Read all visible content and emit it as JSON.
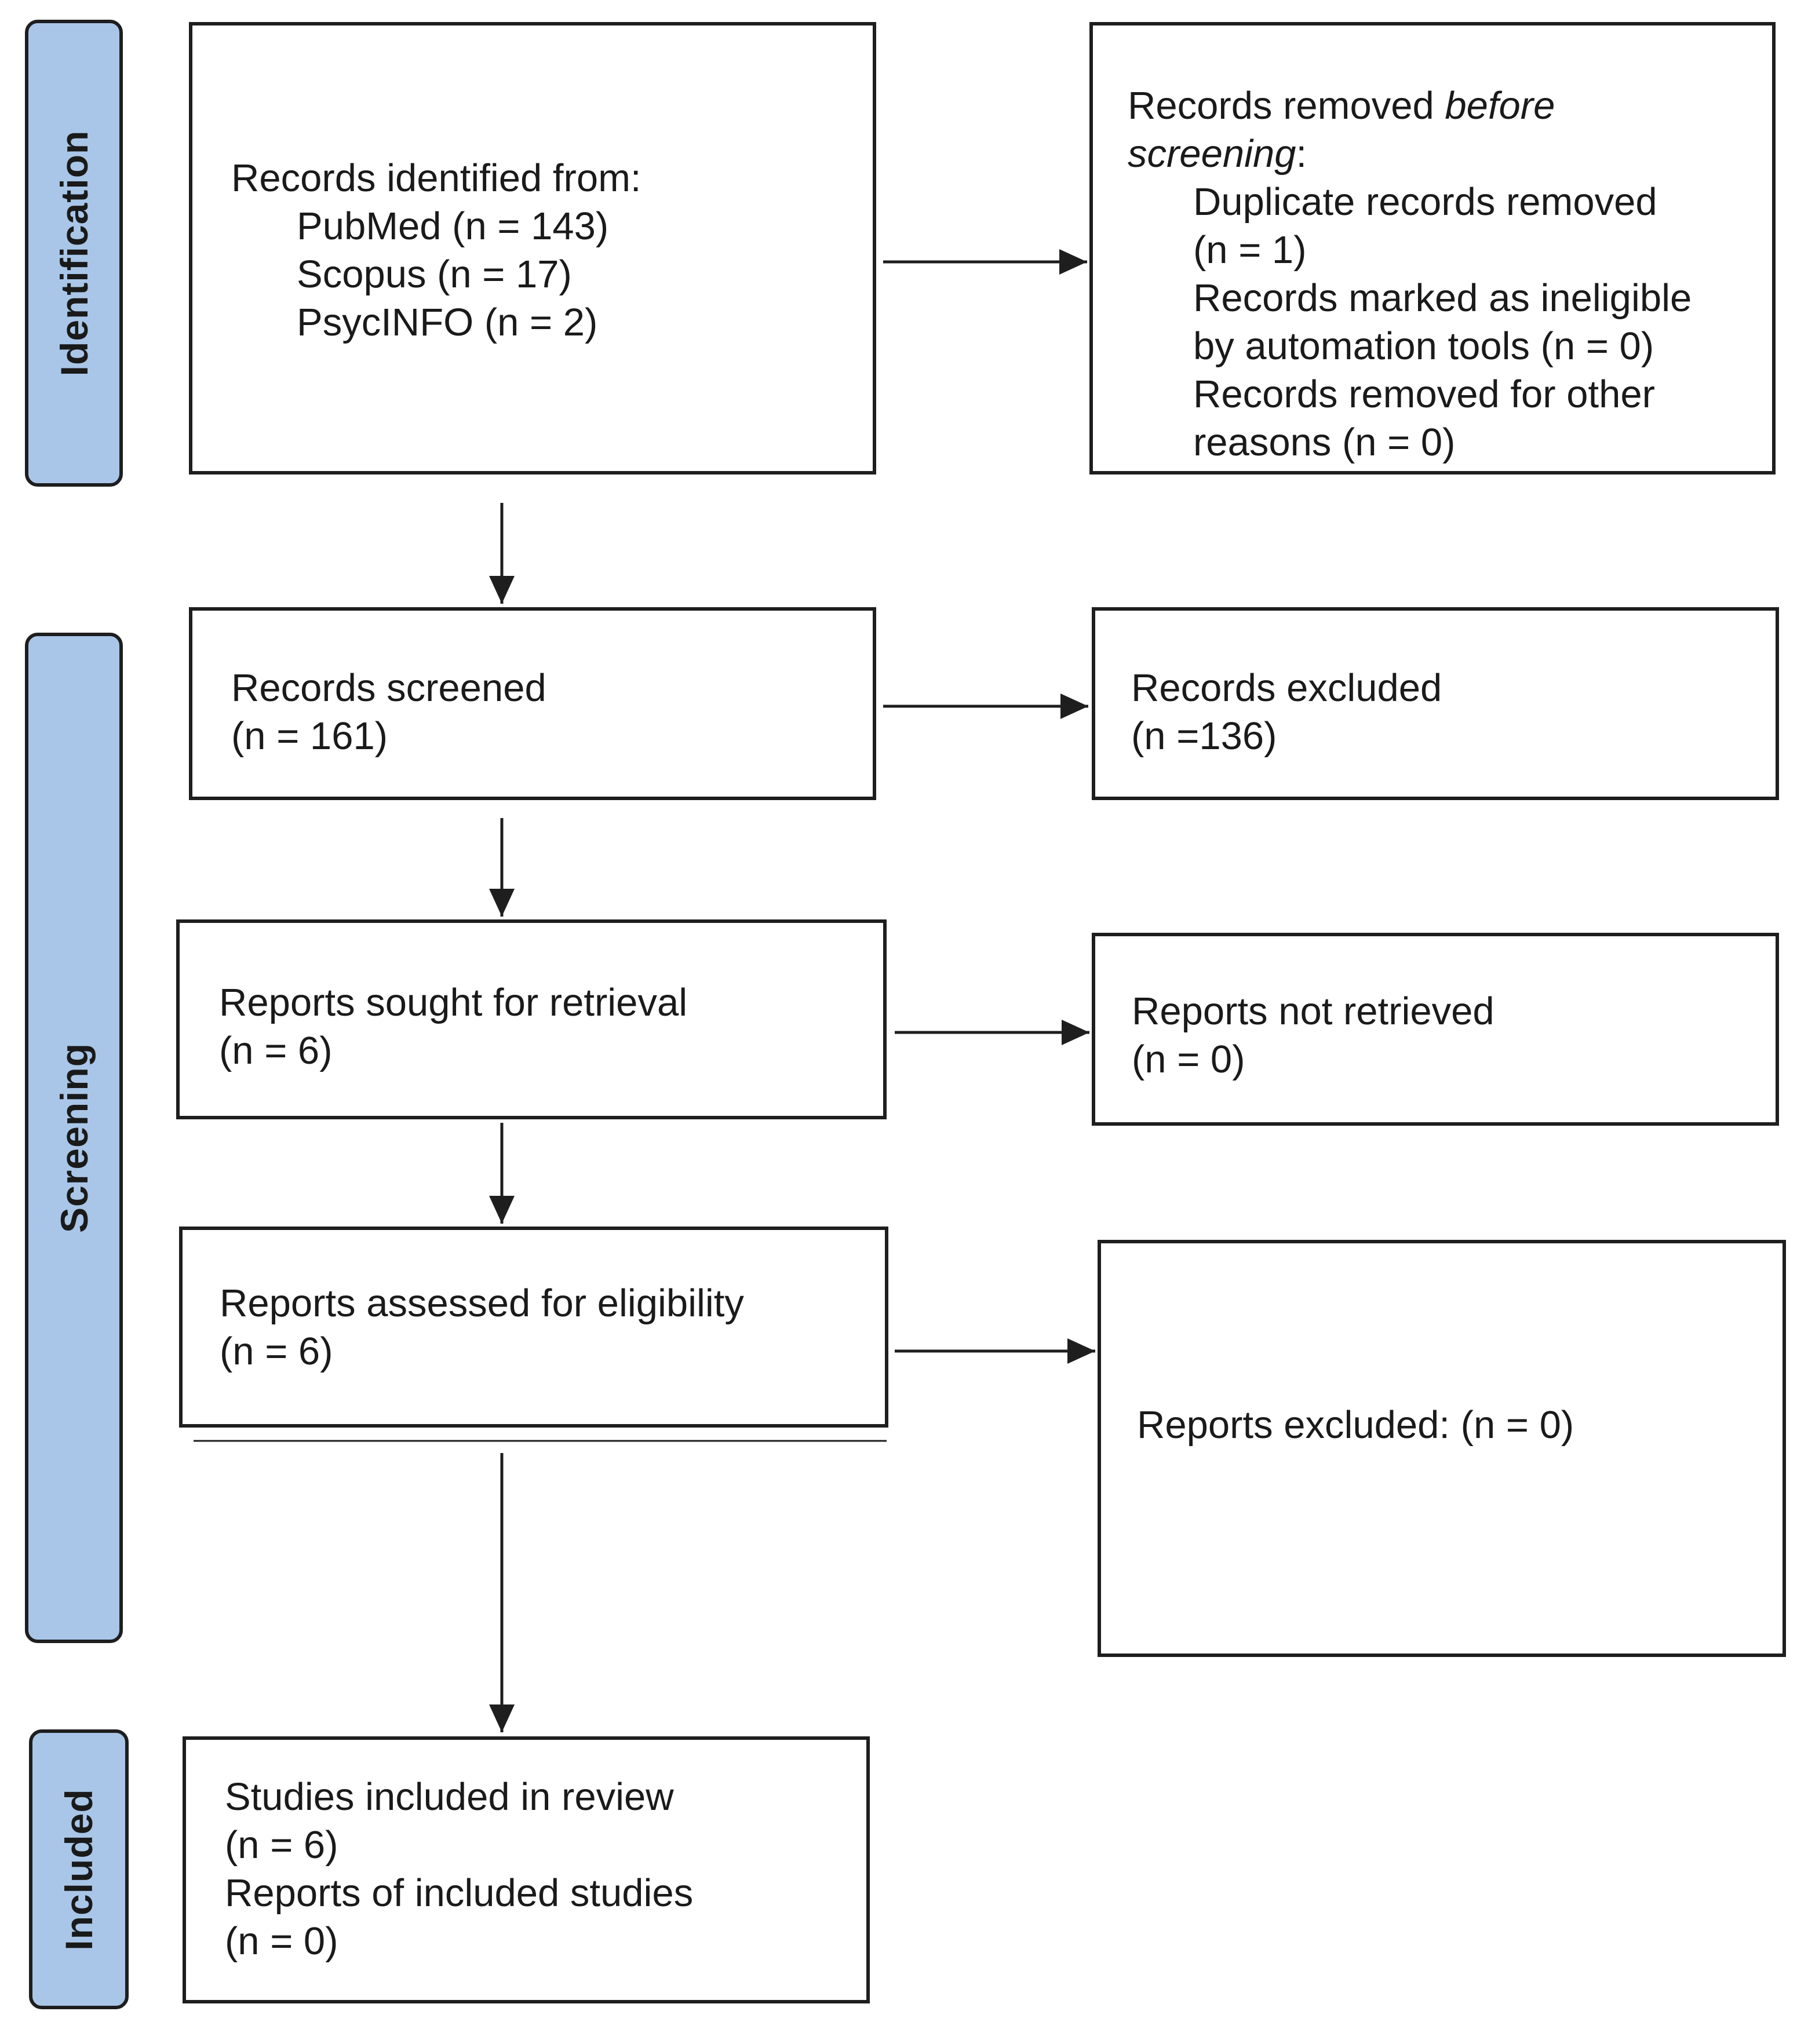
{
  "phases": {
    "identification": "Identification",
    "screening": "Screening",
    "included": "Included"
  },
  "identified": {
    "heading": "Records identified from:",
    "sources": [
      "PubMed (n = 143)",
      "Scopus (n = 17)",
      "PsycINFO (n = 2)"
    ]
  },
  "removed": {
    "prefix": "Records removed ",
    "emph1": "before",
    "emph2": "screening",
    "suffix": ":",
    "lines": [
      "Duplicate records removed",
      "(n = 1)",
      "Records marked as ineligible",
      "by automation tools (n = 0)",
      "Records removed for other",
      "reasons (n = 0)"
    ]
  },
  "screened": {
    "label": "Records screened",
    "count": "(n = 161)"
  },
  "excluded": {
    "label": "Records excluded",
    "count": "(n =136)"
  },
  "sought": {
    "label": "Reports sought for retrieval",
    "count": "(n = 6)"
  },
  "not_retrieved": {
    "label": "Reports not retrieved",
    "count": "(n = 0)"
  },
  "assessed": {
    "label": "Reports assessed for eligibility",
    "count": "(n = 6)"
  },
  "reports_excluded": {
    "label": "Reports excluded: (n = 0)"
  },
  "included": {
    "studies_label": "Studies included in review",
    "studies_count": "(n = 6)",
    "reports_label": "Reports of included studies",
    "reports_count": "(n = 0)"
  }
}
